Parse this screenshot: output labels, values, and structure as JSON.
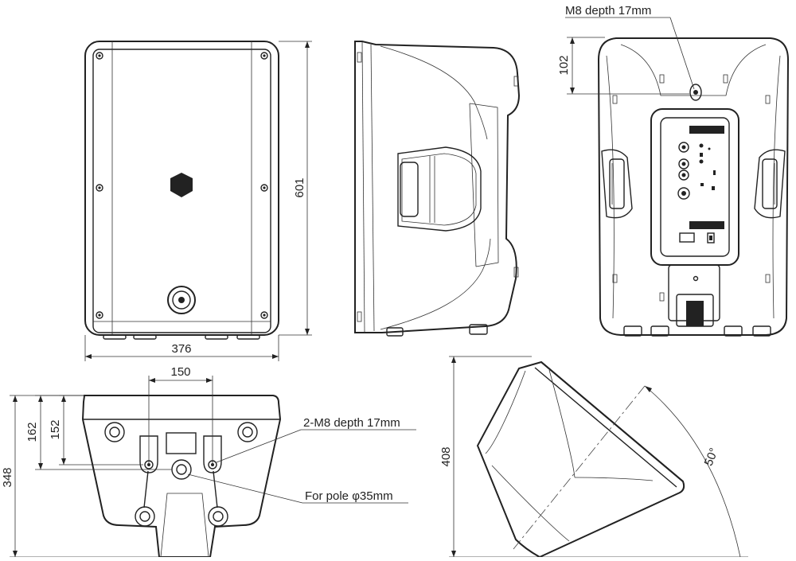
{
  "dimensions": {
    "front_height": "601",
    "front_width": "376",
    "rear_mount_offset": "102",
    "rear_mount_label": "M8 depth 17mm",
    "bottom_hole_spacing": "150",
    "bottom_depth_outer": "162",
    "bottom_depth_inner": "152",
    "bottom_total_depth": "348",
    "bottom_mount_label": "2-M8 depth 17mm",
    "pole_label": "For pole φ35mm",
    "monitor_height": "408",
    "monitor_angle": "50°"
  },
  "colors": {
    "line": "#222222",
    "background": "#ffffff"
  }
}
